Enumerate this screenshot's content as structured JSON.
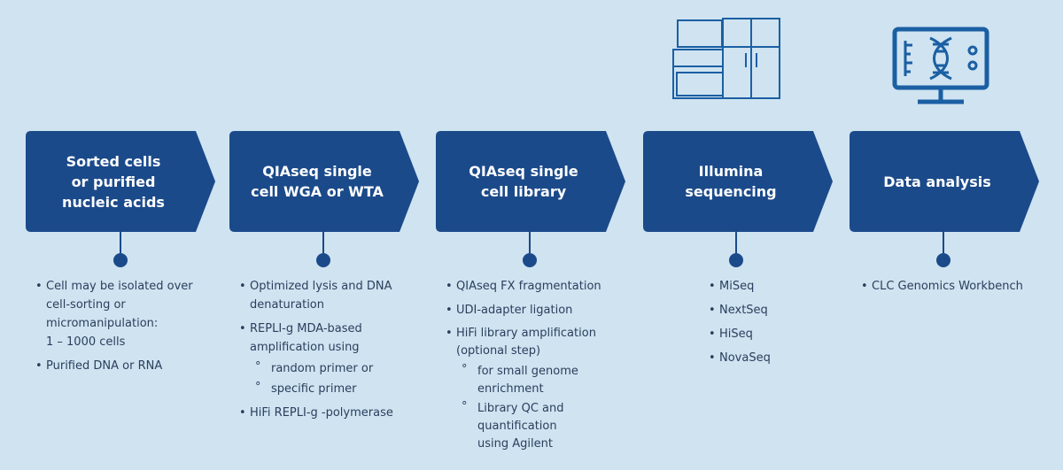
{
  "colors": {
    "background": "#cfe3f1",
    "chevron": "#1b4a8a",
    "text": "#2a3f5c",
    "icon_stroke": "#1b5fa3"
  },
  "icons": {
    "sequencer": "sequencer-instrument-icon",
    "monitor": "dna-monitor-icon"
  },
  "steps": [
    {
      "label": "Sorted cells or purified nucleic acids",
      "label_lines": [
        "Sorted cells",
        "or purified",
        "nucleic acids"
      ],
      "items": [
        {
          "text_lines": [
            "Cell may be isolated over",
            "cell-sorting or",
            "micromanipulation:",
            "1 – 1000 cells"
          ],
          "sub": []
        },
        {
          "text_lines": [
            "Purified DNA or RNA"
          ],
          "sub": []
        }
      ]
    },
    {
      "label": "QIAseq single cell WGA or WTA",
      "label_lines": [
        "QIAseq single",
        "cell WGA or WTA"
      ],
      "items": [
        {
          "text_lines": [
            "Optimized lysis and DNA",
            "denaturation"
          ],
          "sub": []
        },
        {
          "text_lines": [
            "REPLI-g MDA-based",
            "amplification using"
          ],
          "sub": [
            "random primer or",
            "specific primer"
          ]
        },
        {
          "text_lines": [
            "HiFi REPLI-g -polymerase"
          ],
          "sub": []
        }
      ]
    },
    {
      "label": "QIAseq single cell library",
      "label_lines": [
        "QIAseq single",
        "cell library"
      ],
      "items": [
        {
          "text_lines": [
            "QIAseq FX fragmentation"
          ],
          "sub": []
        },
        {
          "text_lines": [
            "UDI-adapter ligation"
          ],
          "sub": []
        },
        {
          "text_lines": [
            "HiFi library amplification",
            "(optional step)"
          ],
          "sub": [
            "for small genome enrichment",
            "Library QC and quantification using Agilent"
          ]
        }
      ]
    },
    {
      "label": "Illumina sequencing",
      "label_lines": [
        "Illumina",
        "sequencing"
      ],
      "items": [
        {
          "text_lines": [
            "MiSeq"
          ],
          "sub": []
        },
        {
          "text_lines": [
            "NextSeq"
          ],
          "sub": []
        },
        {
          "text_lines": [
            "HiSeq"
          ],
          "sub": []
        },
        {
          "text_lines": [
            "NovaSeq"
          ],
          "sub": []
        }
      ]
    },
    {
      "label": "Data analysis",
      "label_lines": [
        "Data analysis"
      ],
      "items": [
        {
          "text_lines": [
            "CLC Genomics Workbench"
          ],
          "sub": []
        }
      ]
    }
  ]
}
